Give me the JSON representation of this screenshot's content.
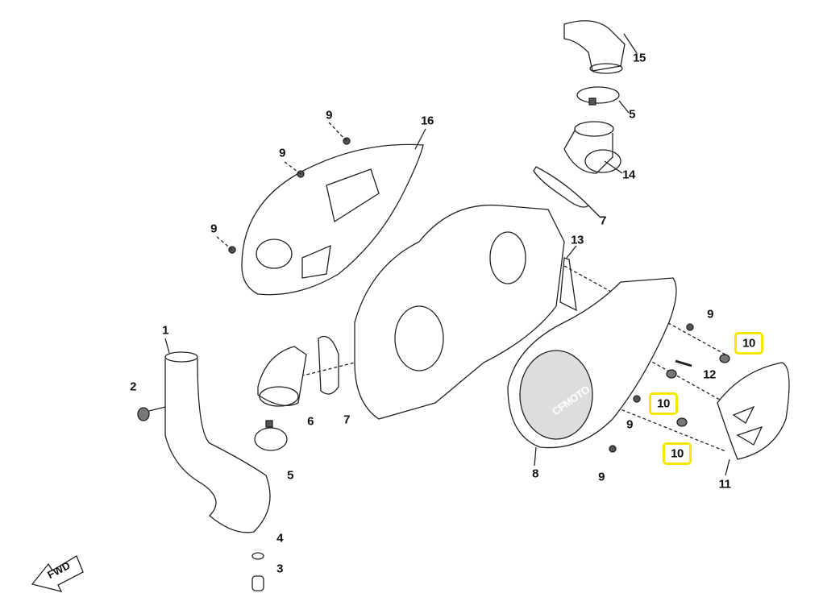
{
  "diagram": {
    "highlight_color": "#f5e600",
    "direction_label": "FWD",
    "brand_text": "CFMOTO",
    "callouts": [
      {
        "id": "c15",
        "label": "15"
      },
      {
        "id": "c5a",
        "label": "5"
      },
      {
        "id": "c14",
        "label": "14"
      },
      {
        "id": "c7a",
        "label": "7"
      },
      {
        "id": "c16",
        "label": "16"
      },
      {
        "id": "c9a",
        "label": "9"
      },
      {
        "id": "c9b",
        "label": "9"
      },
      {
        "id": "c9c",
        "label": "9"
      },
      {
        "id": "c13",
        "label": "13"
      },
      {
        "id": "c9d",
        "label": "9"
      },
      {
        "id": "c10a",
        "label": "10",
        "highlighted": true
      },
      {
        "id": "c12",
        "label": "12"
      },
      {
        "id": "c10b",
        "label": "10",
        "highlighted": true
      },
      {
        "id": "c9e",
        "label": "9"
      },
      {
        "id": "c10c",
        "label": "10",
        "highlighted": true
      },
      {
        "id": "c8",
        "label": "8"
      },
      {
        "id": "c9f",
        "label": "9"
      },
      {
        "id": "c11",
        "label": "11"
      },
      {
        "id": "c1",
        "label": "1"
      },
      {
        "id": "c2",
        "label": "2"
      },
      {
        "id": "c6",
        "label": "6"
      },
      {
        "id": "c7b",
        "label": "7"
      },
      {
        "id": "c5b",
        "label": "5"
      },
      {
        "id": "c4",
        "label": "4"
      },
      {
        "id": "c3",
        "label": "3"
      }
    ]
  }
}
